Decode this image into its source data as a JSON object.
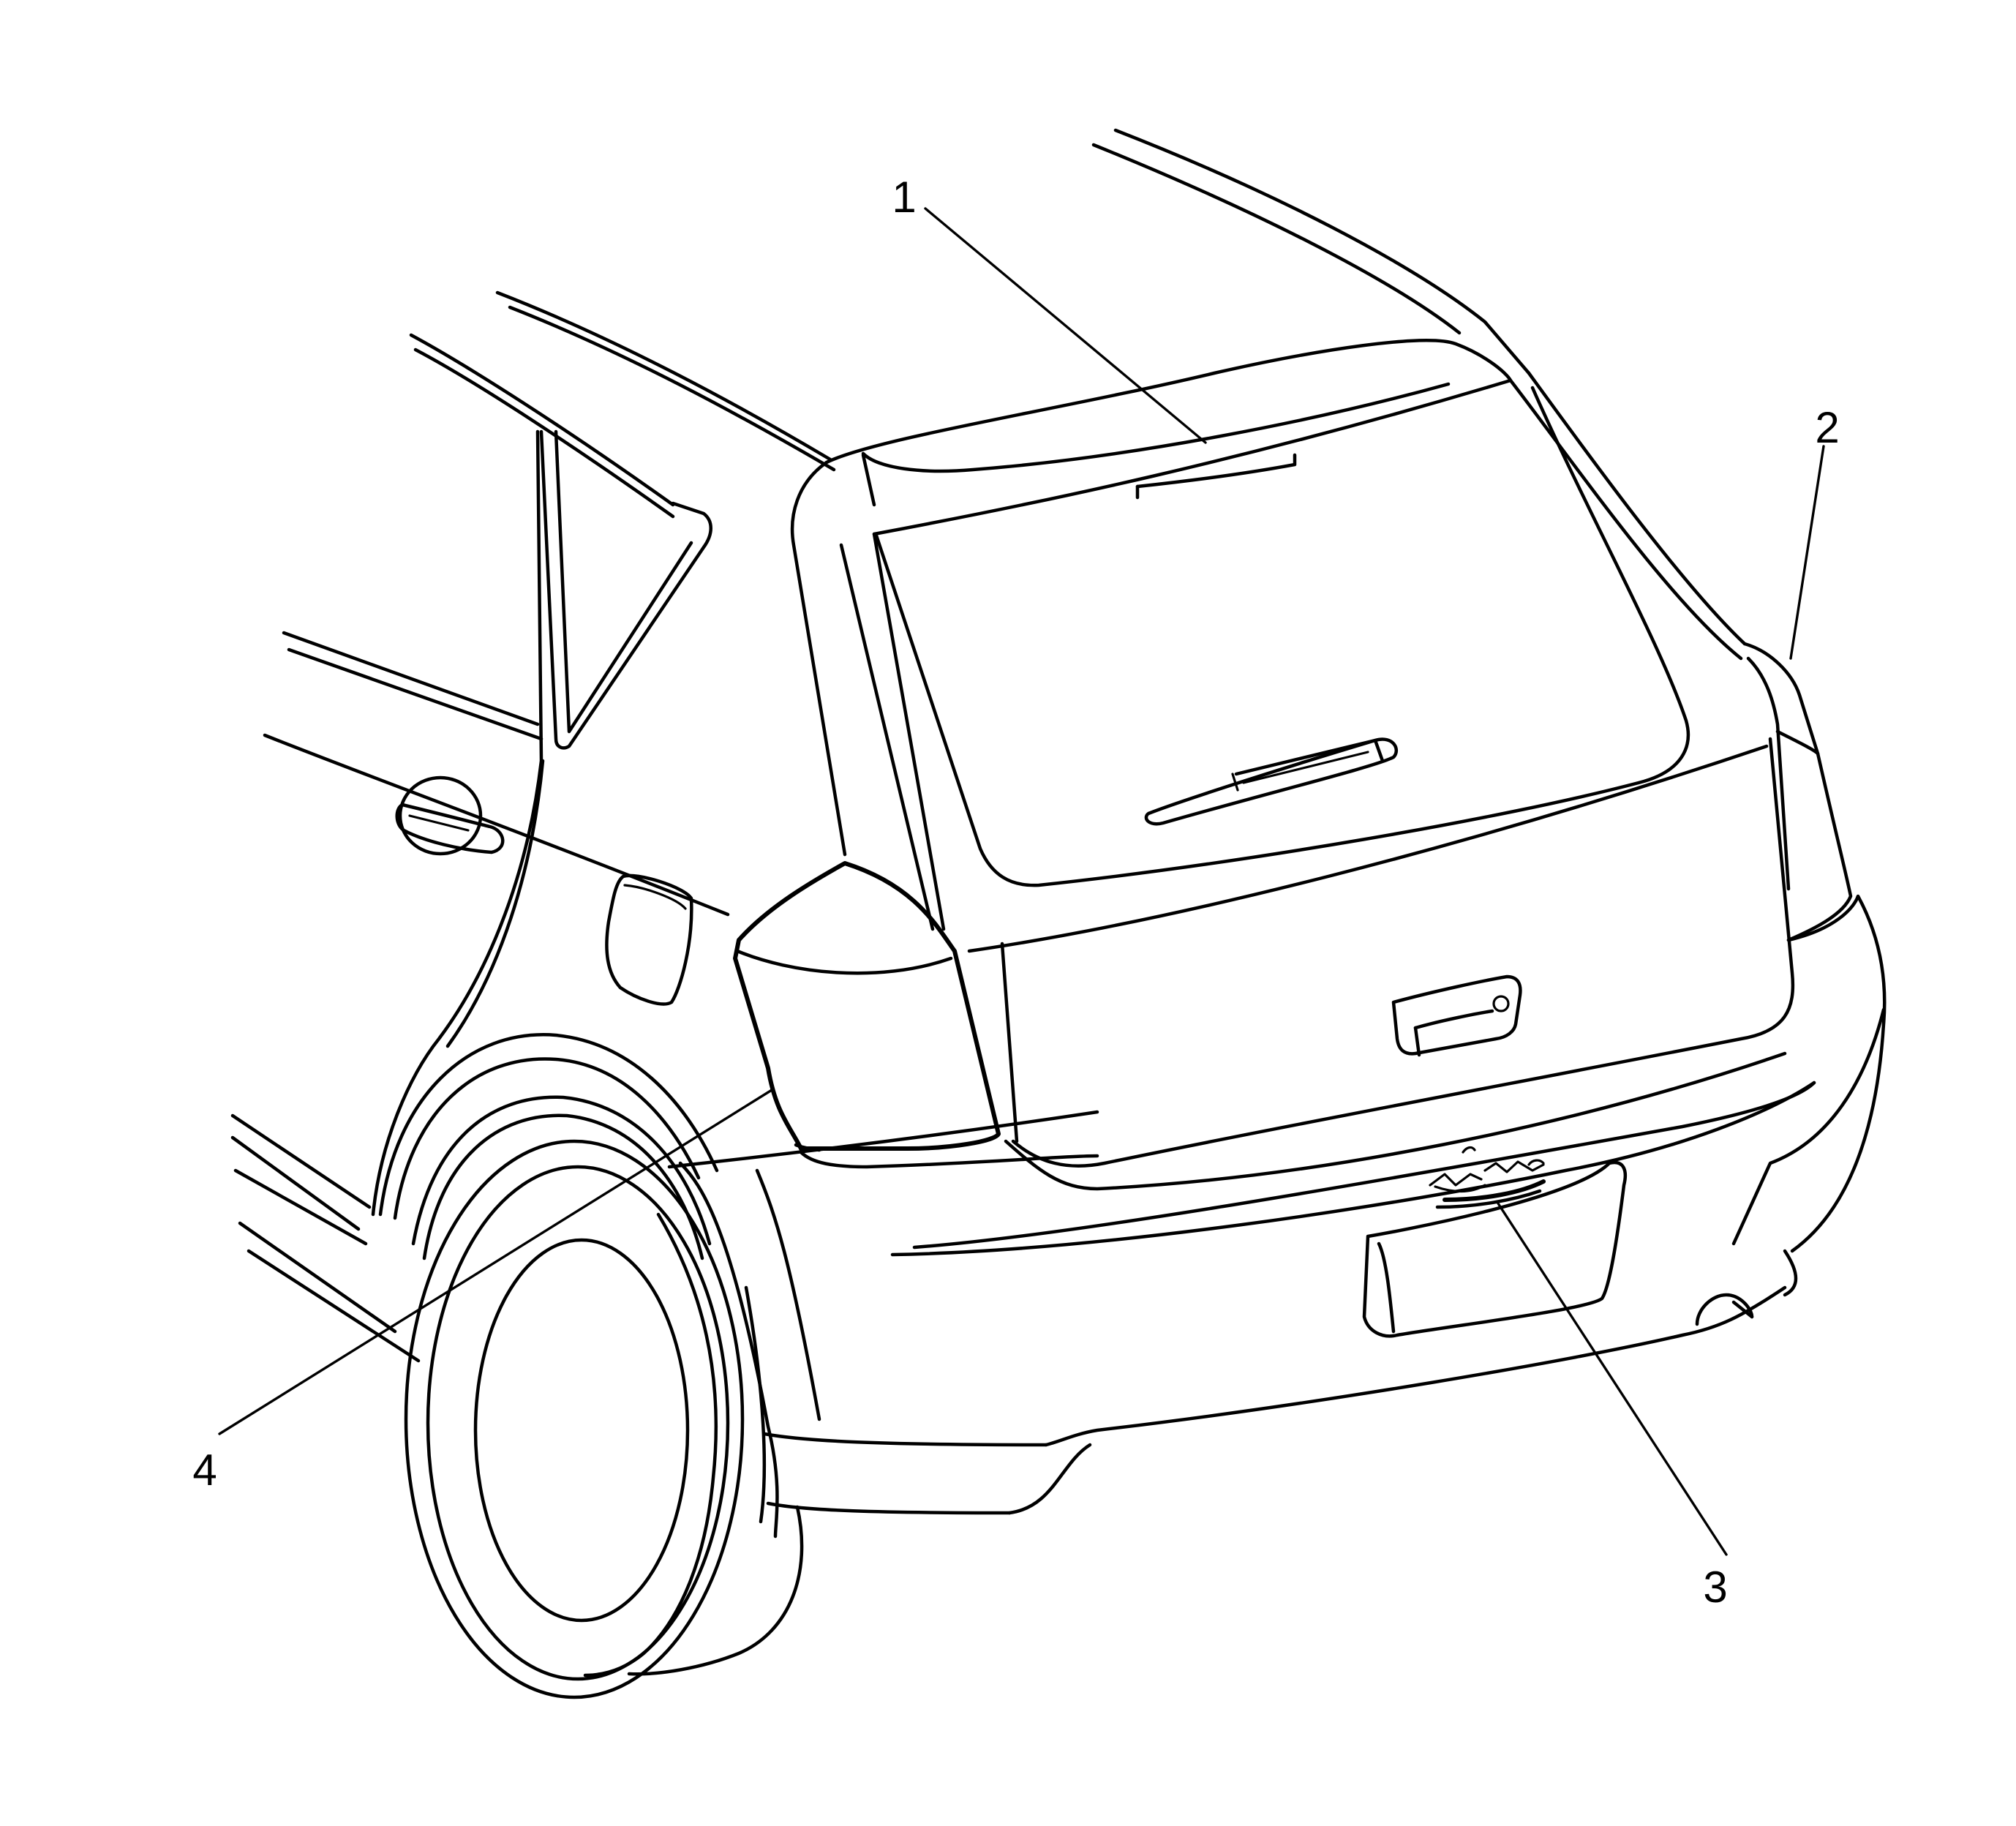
{
  "diagram": {
    "background_color": "#ffffff",
    "line_color": "#000000",
    "callouts": [
      {
        "id": "1",
        "label": "1"
      },
      {
        "id": "2",
        "label": "2"
      },
      {
        "id": "3",
        "label": "3"
      },
      {
        "id": "4",
        "label": "4"
      }
    ]
  }
}
